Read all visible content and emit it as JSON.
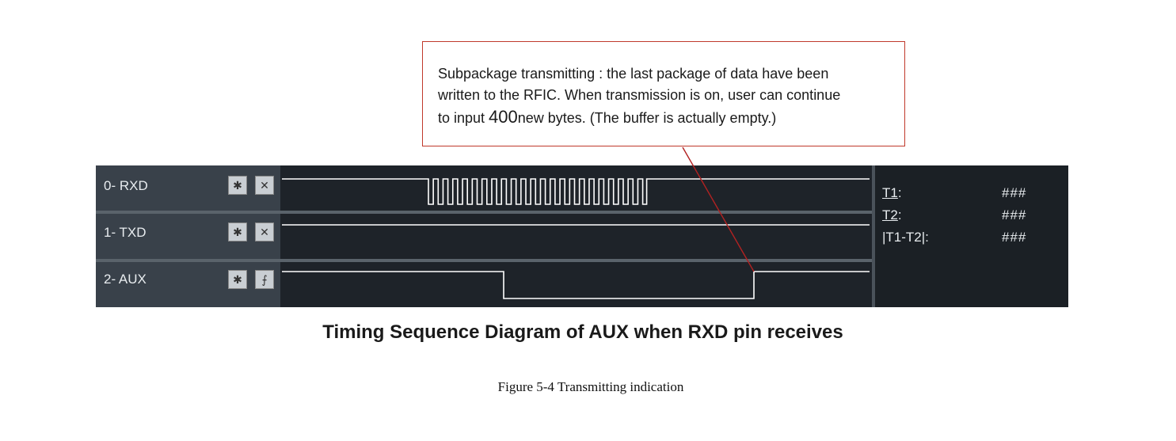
{
  "callout": {
    "line1": "Subpackage transmitting : the last package of data have been",
    "line2": "written to the RFIC. When transmission is on, user can continue",
    "line3_pre": "to input ",
    "line3_num": "400",
    "line3_post": "new bytes. (The buffer is actually empty.)"
  },
  "lanes": [
    {
      "label": "0-  RXD",
      "btn1": "✱",
      "btn2": "✕"
    },
    {
      "label": "1-  TXD",
      "btn1": "✱",
      "btn2": "✕"
    },
    {
      "label": "2-  AUX",
      "btn1": "✱",
      "btn2": "⨍"
    }
  ],
  "measurements": [
    {
      "label": "T1",
      "suffix": ":",
      "value": "###"
    },
    {
      "label": "T2",
      "suffix": ":",
      "value": "###"
    },
    {
      "label": "|T1-T2|:",
      "suffix": "",
      "value": "###"
    }
  ],
  "caption": "Timing Sequence Diagram of AUX when RXD pin receives",
  "figure_caption": "Figure 5-4 Transmitting indication",
  "colors": {
    "callout_border": "#c0392b",
    "pointer_line": "#b22222",
    "signal": "#ffffff",
    "panel_bg": "#1e2329",
    "label_bg": "#39414a"
  }
}
